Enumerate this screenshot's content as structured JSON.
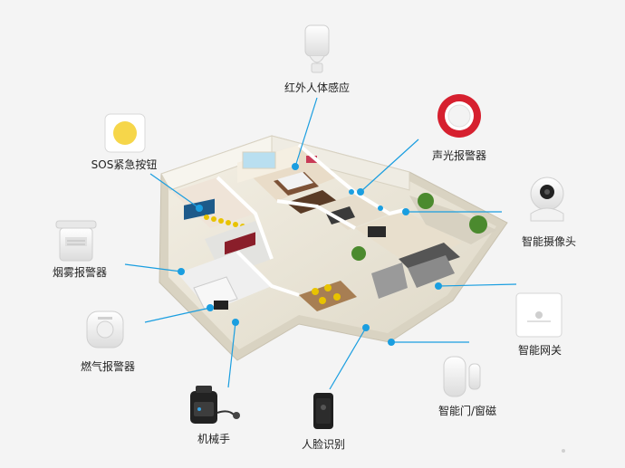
{
  "devices": [
    {
      "id": "pir",
      "label": "红外人体感应"
    },
    {
      "id": "sos",
      "label": "SOS紧急按钮"
    },
    {
      "id": "siren",
      "label": "声光报警器"
    },
    {
      "id": "camera",
      "label": "智能摄像头"
    },
    {
      "id": "smoke",
      "label": "烟雾报警器"
    },
    {
      "id": "gateway",
      "label": "智能网关"
    },
    {
      "id": "gas",
      "label": "燃气报警器"
    },
    {
      "id": "door",
      "label": "智能门/窗磁"
    },
    {
      "id": "valve",
      "label": "机械手"
    },
    {
      "id": "face",
      "label": "人脸识别"
    }
  ],
  "colors": {
    "connector": "#1a9ee0",
    "dot": "#1a9ee0",
    "sos_yellow": "#f6d64a",
    "siren_red": "#d6202f"
  }
}
